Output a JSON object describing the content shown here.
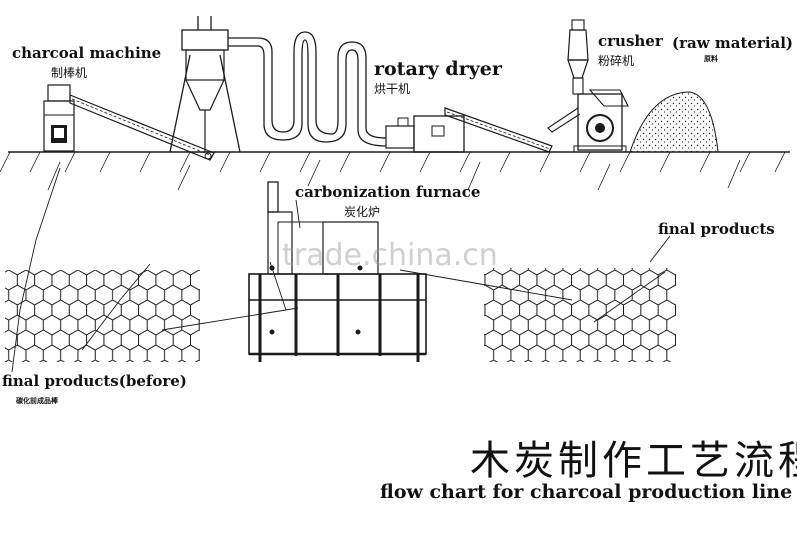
{
  "labels": {
    "charcoal_machine_en": "charcoal machine",
    "charcoal_machine_zh": "制棒机",
    "rotary_dryer_en": "rotary dryer",
    "rotary_dryer_zh": "烘干机",
    "crusher_en": "crusher",
    "crusher_zh": "粉碎机",
    "raw_material_en": "(raw material)",
    "raw_material_zh": "原料",
    "carbonization_furnace_en": "carbonization furnace",
    "carbonization_furnace_zh": "炭化炉",
    "final_products_en": "final products",
    "final_products_before_en": "final products(before)",
    "final_products_before_zh": "碳化前成品棒"
  },
  "title": {
    "zh": "木炭制作工艺流程",
    "en": "flow chart for charcoal production line"
  },
  "watermark": "trade.china.cn",
  "colors": {
    "line": "#1a1a1a",
    "background": "#ffffff"
  }
}
